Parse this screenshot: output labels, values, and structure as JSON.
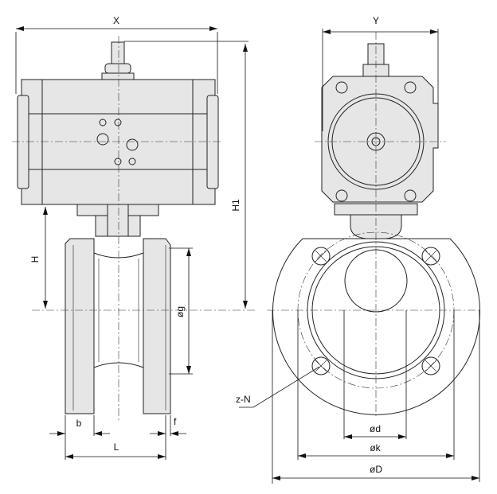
{
  "labels": {
    "x": "X",
    "y": "Y",
    "h1": "H1",
    "h": "H",
    "og": "øg",
    "zn": "z-N",
    "b": "b",
    "l": "L",
    "f": "f",
    "od": "ød",
    "ok": "øk",
    "oD": "øD"
  }
}
